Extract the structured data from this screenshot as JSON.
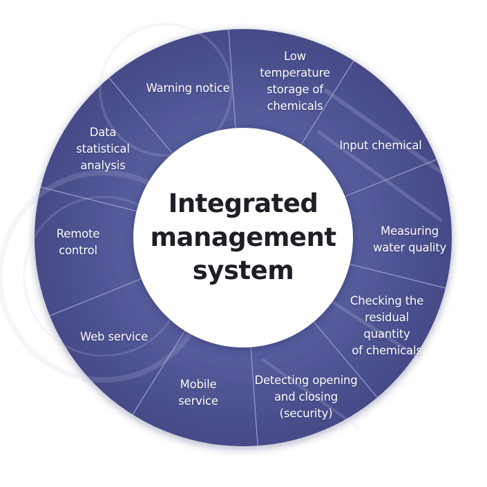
{
  "center": {
    "title": "Integrated\nmanagement\nsystem"
  },
  "segments": [
    {
      "id": "low-temperature-storage",
      "label": "Low\ntemperature\nstorage of\nchemicals"
    },
    {
      "id": "input-chemical",
      "label": "Input chemical"
    },
    {
      "id": "measuring-water-quality",
      "label": "Measuring\nwater quality"
    },
    {
      "id": "checking-residual-quantity",
      "label": "Checking the\nresidual\nquantity\nof chemicals"
    },
    {
      "id": "detecting-opening-closing",
      "label": "Detecting opening\nand closing\n(security)"
    },
    {
      "id": "mobile-service",
      "label": "Mobile\nservice"
    },
    {
      "id": "web-service",
      "label": "Web service"
    },
    {
      "id": "remote-control",
      "label": "Remote\ncontrol"
    },
    {
      "id": "data-statistical-analysis",
      "label": "Data\nstatistical\nanalysis"
    },
    {
      "id": "warning-notice",
      "label": "Warning notice"
    }
  ],
  "colors": {
    "ring": "#4f5593",
    "ring_dark": "#3f447f",
    "divider": "#aeb2d6",
    "center_text": "#1e1e26"
  }
}
